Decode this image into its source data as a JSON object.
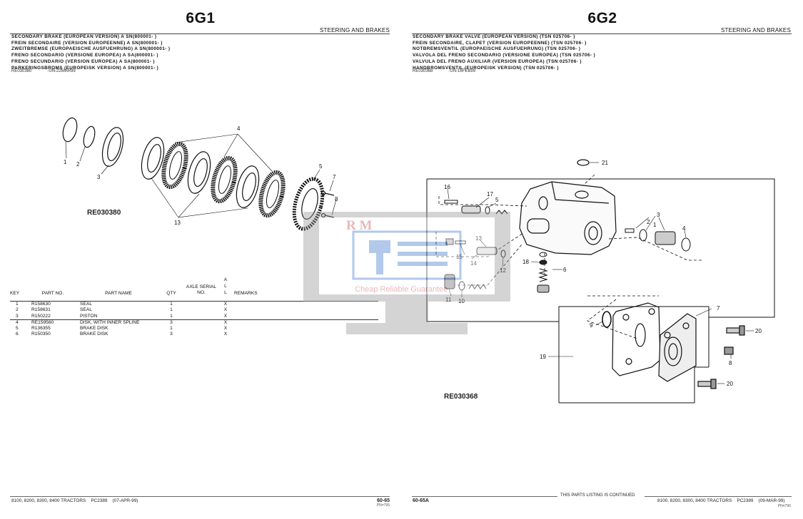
{
  "left": {
    "title": "6G1",
    "section": "STEERING AND BRAKES",
    "header_lines": [
      "SECONDARY BRAKE (EUROPEAN VERSION) A SN(800001-     )",
      "FREIN SECONDAIRE (VERSION EUROPEENNE) A SN(800001-     )",
      "ZWEITBREMSE (EUROPAEISCHE AUSFUEHRUNG) A SN(800001-     )",
      "FRENO SECONDARIO (VERSIONE EUROPEA) A SA(800001-     )",
      "FRENO SECUNDARIO (VERSION EUROPEA) A SA(800001-     )",
      "PARKERINGSBROMS (EUROPEISK VERSION) A SN(800001-     )"
    ],
    "ref_code": "RE030380",
    "ref_date": "-UN-22MAR99",
    "diagram_id": "RE030380",
    "callouts": [
      "1",
      "2",
      "3",
      "4",
      "5",
      "7",
      "8",
      "13"
    ],
    "table": {
      "headers": {
        "key": "KEY",
        "part_no": "PART NO.",
        "part_name": "PART NAME",
        "qty": "QTY",
        "axle": "AXLE SERIAL NO.",
        "all": "A L L",
        "remarks": "REMARKS"
      },
      "rows": [
        {
          "key": "1",
          "part_no": "R158630",
          "name": "SEAL",
          "qty": "1",
          "all": "X"
        },
        {
          "key": "2",
          "part_no": "R158631",
          "name": "SEAL",
          "qty": "1",
          "all": "X"
        },
        {
          "key": "3",
          "part_no": "R150222",
          "name": "PISTON",
          "qty": "1",
          "all": "X"
        },
        {
          "key": "4",
          "part_no": "RE159560",
          "name": "DISK, WITH INNER SPLINE",
          "qty": "3",
          "all": "X"
        },
        {
          "key": "5",
          "part_no": "R136355",
          "name": "BRAKE DISK",
          "qty": "1",
          "all": "X"
        },
        {
          "key": "6",
          "part_no": "R150350",
          "name": "BRAKE DISK",
          "qty": "3",
          "all": "X"
        }
      ]
    },
    "footer": {
      "models": "8100, 8200, 8300, 8400 TRACTORS",
      "pc": "PC2389",
      "date": "(07-APR-99)",
      "page": "60-65",
      "sub": "PN=795"
    }
  },
  "right": {
    "title": "6G2",
    "section": "STEERING AND BRAKES",
    "header_lines": [
      "SECONDARY BRAKE VALVE (EUROPEAN VERSION) (TSN 025706-     )",
      "FREIN SECONDAIRE, CLAPET (VERSION EUROPEENNE) (TSN 025706-     )",
      "NOTBREMSVENTIL (EUROPAEISCHE AUSFUEHRUNG) (TSN 025706-     )",
      "VALVOLA DEL FRENO SECONDARIO (VERSIONE EUROPEA) (TSN 025706-     )",
      "VALVULA DEL FRENO AUXILIAR (VERSION EUROPEA) (TSN 025706-     )",
      "HANDBROMSVENTIL (EUROPEISK VERSION) (TSN 025706-     )"
    ],
    "ref_code": "RE030368",
    "ref_date": "-UN-16FEB99",
    "diagram_id": "RE030368",
    "callouts": [
      "21",
      "16",
      "17",
      "5",
      "2",
      "1",
      "3",
      "4",
      "13",
      "15",
      "14",
      "12",
      "18",
      "6",
      "11",
      "10",
      "7",
      "9",
      "20",
      "8",
      "19",
      "20"
    ],
    "footer": {
      "continued": "THIS PARTS LISTING IS CONTINUED",
      "page": "60-65A",
      "models": "8100, 8200, 8300, 8400 TRACTORS",
      "pc": "PC2389",
      "date": "(09-MAR-99)",
      "sub": "PN=796"
    }
  },
  "watermark": {
    "brand": "R M",
    "tagline": "Cheap Reliable Guarantee"
  },
  "colors": {
    "watermark_gray": "#9a9a9a",
    "watermark_blue": "#4a7fd0"
  }
}
